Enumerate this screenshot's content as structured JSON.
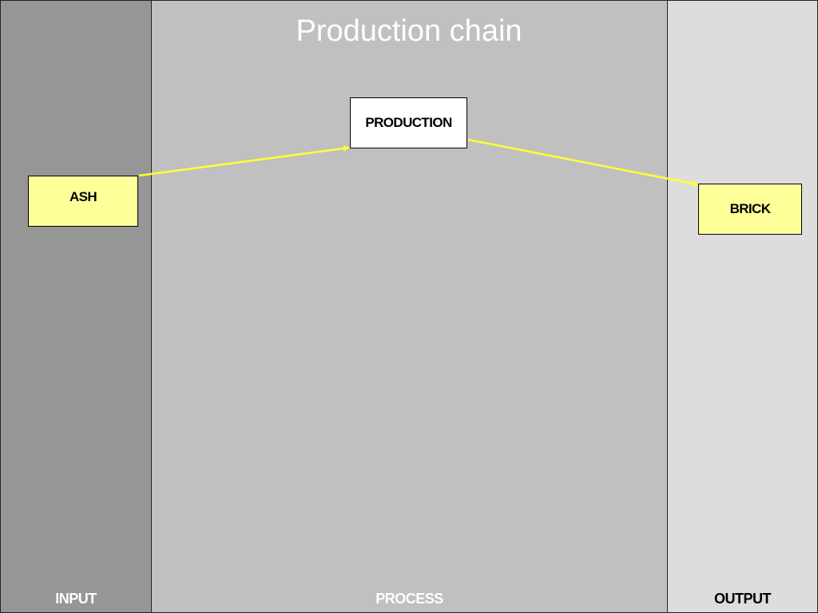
{
  "title": "Production chain",
  "lanes": {
    "input": "INPUT",
    "process": "PROCESS",
    "output": "OUTPUT"
  },
  "nodes": {
    "ash": "ASH",
    "production": "PRODUCTION",
    "brick": "BRICK"
  },
  "colors": {
    "arrow": "#ffff33",
    "input_node": "#ffff99",
    "process_node": "#ffffff",
    "output_node": "#ffff99"
  }
}
